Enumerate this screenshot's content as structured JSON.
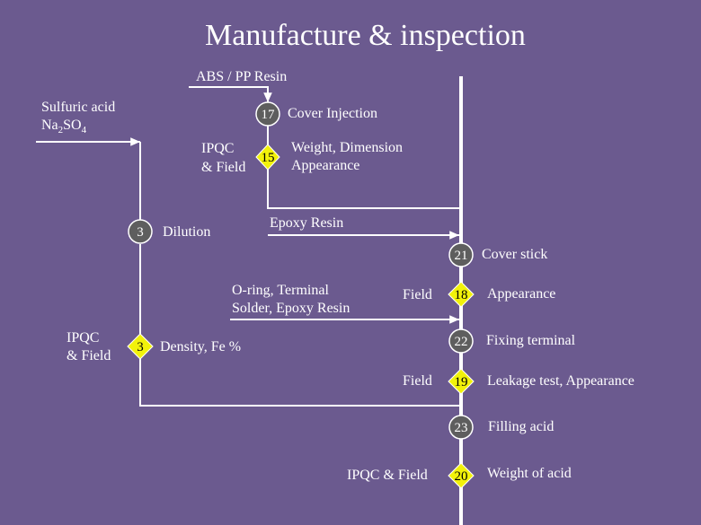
{
  "title": "Manufacture & inspection",
  "colors": {
    "background": "#6b5a8f",
    "line": "#ffffff",
    "process_fill": "#5e5e5e",
    "inspection_fill": "#f2f20a"
  },
  "inputs": {
    "abs_pp": "ABS / PP Resin",
    "sulfuric": "Sulfuric acid",
    "na2so4": {
      "base": "Na",
      "sub1": "2",
      "mid": "SO",
      "sub2": "4"
    },
    "epoxy": "Epoxy Resin",
    "oring_1": "O-ring, Terminal",
    "oring_2": "Solder, Epoxy Resin"
  },
  "steps": {
    "cover_injection": {
      "num": "17",
      "label": "Cover Injection"
    },
    "dilution": {
      "num": "3",
      "label": "Dilution"
    },
    "cover_stick": {
      "num": "21",
      "label": "Cover stick"
    },
    "fixing_terminal": {
      "num": "22",
      "label": "Fixing terminal"
    },
    "filling_acid": {
      "num": "23",
      "label": "Filling acid"
    }
  },
  "inspections": {
    "weight_dim": {
      "num": "15",
      "label_1": "Weight, Dimension",
      "label_2": "Appearance",
      "who_1": "IPQC",
      "who_2": "& Field"
    },
    "density": {
      "num": "3",
      "label": "Density, Fe %",
      "who_1": "IPQC",
      "who_2": "& Field"
    },
    "appearance": {
      "num": "18",
      "label": "Appearance",
      "who": "Field"
    },
    "leakage": {
      "num": "19",
      "label": "Leakage test, Appearance",
      "who": "Field"
    },
    "weight_acid": {
      "num": "20",
      "label": "Weight of acid",
      "who": "IPQC & Field"
    }
  }
}
